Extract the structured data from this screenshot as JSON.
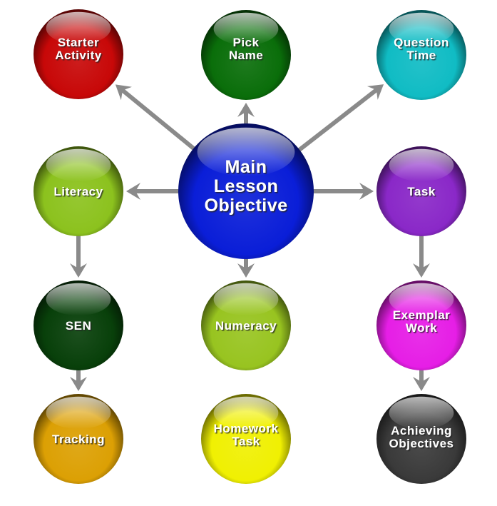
{
  "diagram": {
    "arrow_color": "#8a8a8a",
    "center": {
      "id": "main",
      "lines": [
        "Main",
        "Lesson",
        "Objective"
      ],
      "color": "#0a1ed8"
    },
    "nodes": [
      {
        "id": "starter",
        "lines": [
          "Starter",
          "Activity"
        ],
        "color": "#c80808"
      },
      {
        "id": "pick-name",
        "lines": [
          "Pick",
          "Name"
        ],
        "color": "#0a6e0a"
      },
      {
        "id": "question-time",
        "lines": [
          "Question",
          "Time"
        ],
        "color": "#10bcc4"
      },
      {
        "id": "literacy",
        "lines": [
          "Literacy"
        ],
        "color": "#8cc21e"
      },
      {
        "id": "task",
        "lines": [
          "Task"
        ],
        "color": "#8a28c8"
      },
      {
        "id": "sen",
        "lines": [
          "SEN"
        ],
        "color": "#08400a"
      },
      {
        "id": "numeracy",
        "lines": [
          "Numeracy"
        ],
        "color": "#98c420"
      },
      {
        "id": "exemplar-work",
        "lines": [
          "Exemplar",
          "Work"
        ],
        "color": "#e61ee6"
      },
      {
        "id": "tracking",
        "lines": [
          "Tracking"
        ],
        "color": "#dca004"
      },
      {
        "id": "homework-task",
        "lines": [
          "Homework",
          "Task"
        ],
        "color": "#f0f002"
      },
      {
        "id": "achieving-objectives",
        "lines": [
          "Achieving",
          "Objectives"
        ],
        "color": "#3a3a3a"
      }
    ],
    "edges": [
      {
        "from": "main",
        "to": "starter"
      },
      {
        "from": "main",
        "to": "pick-name"
      },
      {
        "from": "main",
        "to": "question-time"
      },
      {
        "from": "main",
        "to": "literacy"
      },
      {
        "from": "main",
        "to": "task"
      },
      {
        "from": "main",
        "to": "numeracy"
      },
      {
        "from": "literacy",
        "to": "sen"
      },
      {
        "from": "sen",
        "to": "tracking"
      },
      {
        "from": "task",
        "to": "exemplar-work"
      },
      {
        "from": "exemplar-work",
        "to": "achieving-objectives"
      }
    ]
  }
}
